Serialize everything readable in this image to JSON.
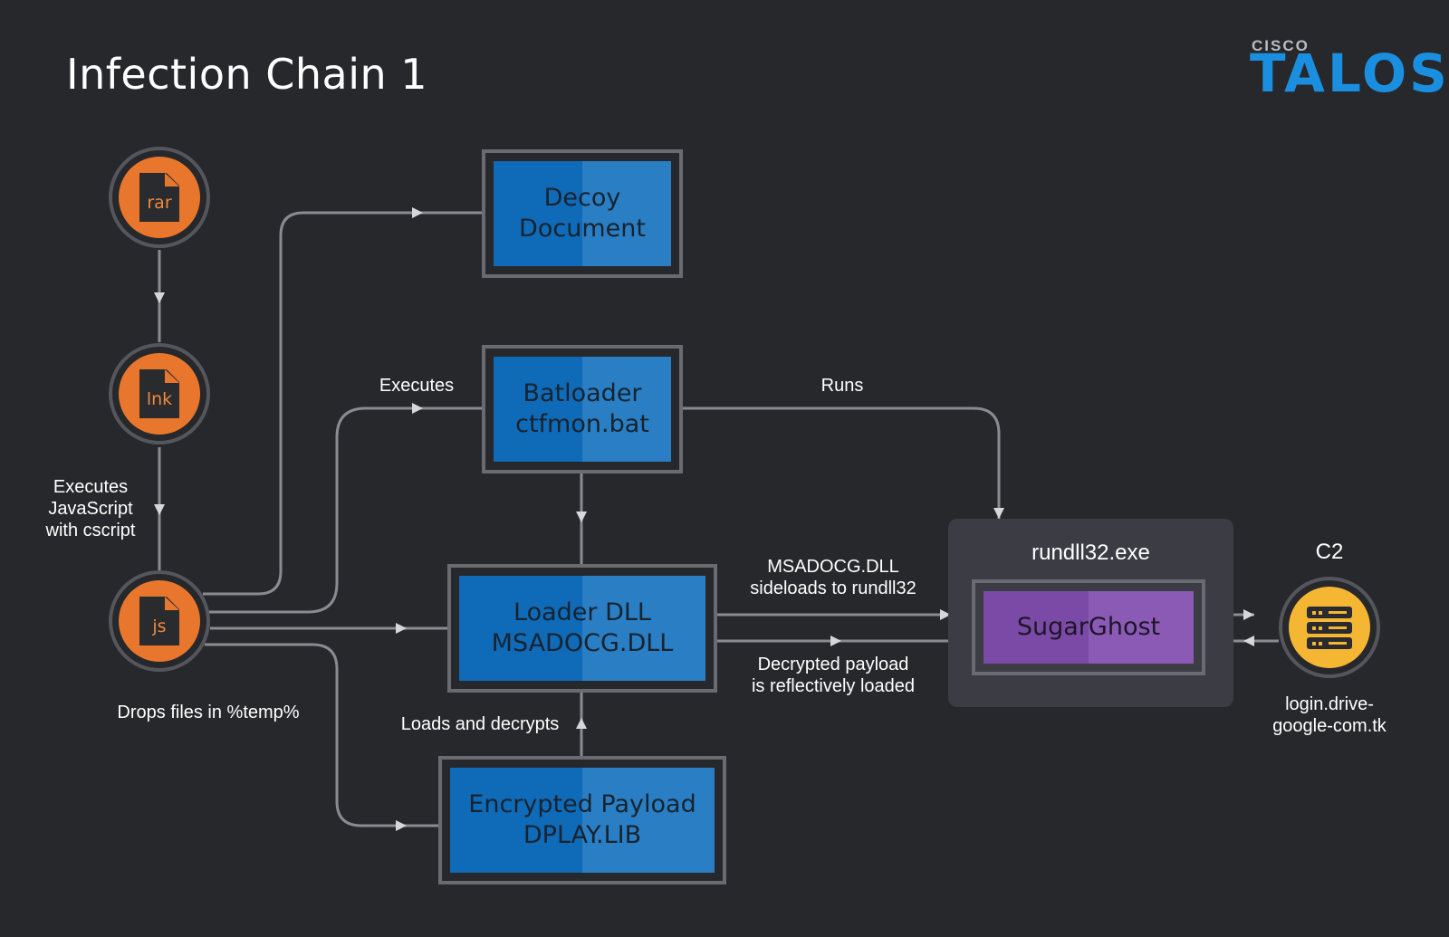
{
  "title": "Infection Chain 1",
  "logo": {
    "brand": "CISCO",
    "product": "TALOS"
  },
  "colors": {
    "background": "#27282b",
    "file_node": "#e8772d",
    "c2_node": "#f5b633",
    "box_blue": "#0f6ab8",
    "box_purple": "#7a4aa6",
    "connector": "#8a8b90",
    "container": "#3c3d44"
  },
  "nodes": {
    "rar": {
      "label": "rar",
      "icon": "file-icon"
    },
    "lnk": {
      "label": "lnk",
      "icon": "file-icon"
    },
    "js": {
      "label": "js",
      "icon": "file-icon"
    },
    "c2": {
      "title": "C2",
      "icon": "server-icon",
      "domain_line1": "login.drive-",
      "domain_line2": "google-com.tk"
    }
  },
  "boxes": {
    "decoy": {
      "line1": "Decoy",
      "line2": "Document"
    },
    "batloader": {
      "line1": "Batloader",
      "line2": "ctfmon.bat"
    },
    "loader_dll": {
      "line1": "Loader DLL",
      "line2": "MSADOCG.DLL"
    },
    "payload": {
      "line1": "Encrypted Payload",
      "line2": "DPLAY.LIB"
    },
    "sugarghost": {
      "line1": "SugarGhost"
    }
  },
  "container": {
    "label": "rundll32.exe"
  },
  "edge_labels": {
    "executes_js": [
      "Executes",
      "JavaScript",
      "with cscript"
    ],
    "executes": "Executes",
    "runs": "Runs",
    "drops": "Drops files in %temp%",
    "loads_decrypts": "Loads and decrypts",
    "sideloads": [
      "MSADOCG.DLL",
      "sideloads to rundll32"
    ],
    "reflective": [
      "Decrypted payload",
      "is reflectively loaded"
    ]
  }
}
